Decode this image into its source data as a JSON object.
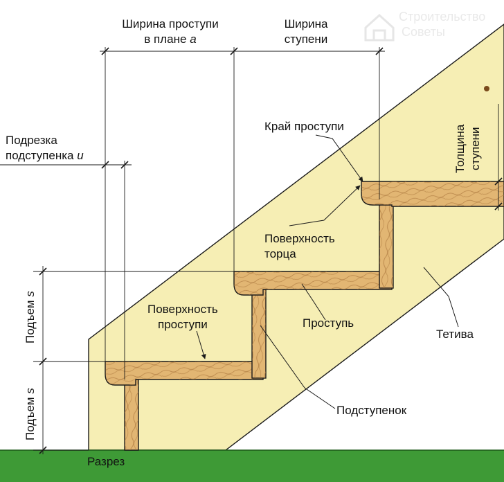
{
  "watermark": {
    "line1": "Строительство",
    "line2": "Советы",
    "icon": "house-logo-icon"
  },
  "labels": {
    "tread_width_plan_l1": "Ширина проступи",
    "tread_width_plan_l2": "в плане",
    "tread_width_plan_var": "a",
    "step_width_l1": "Ширина",
    "step_width_l2": "ступени",
    "riser_cut_l1": "Подрезка",
    "riser_cut_l2": "подступенка",
    "riser_cut_var": "u",
    "nosing": "Край проступи",
    "step_thickness_l1": "Толщина",
    "step_thickness_l2": "ступени",
    "end_surface_l1": "Поверхность",
    "end_surface_l2": "торца",
    "tread_surface_l1": "Поверхность",
    "tread_surface_l2": "проступи",
    "tread": "Проступь",
    "stringer": "Тетива",
    "riser": "Подступенок",
    "rise_upper": "Подъем",
    "rise_upper_var": "s",
    "rise_lower": "Подъем",
    "rise_lower_var": "s",
    "section": "Разрез"
  },
  "colors": {
    "stringer": "#f6eeb4",
    "wood": "#e2b673",
    "wood_grain": "#a8743a",
    "ground": "#3e9a36",
    "line": "#1a1a1a"
  }
}
